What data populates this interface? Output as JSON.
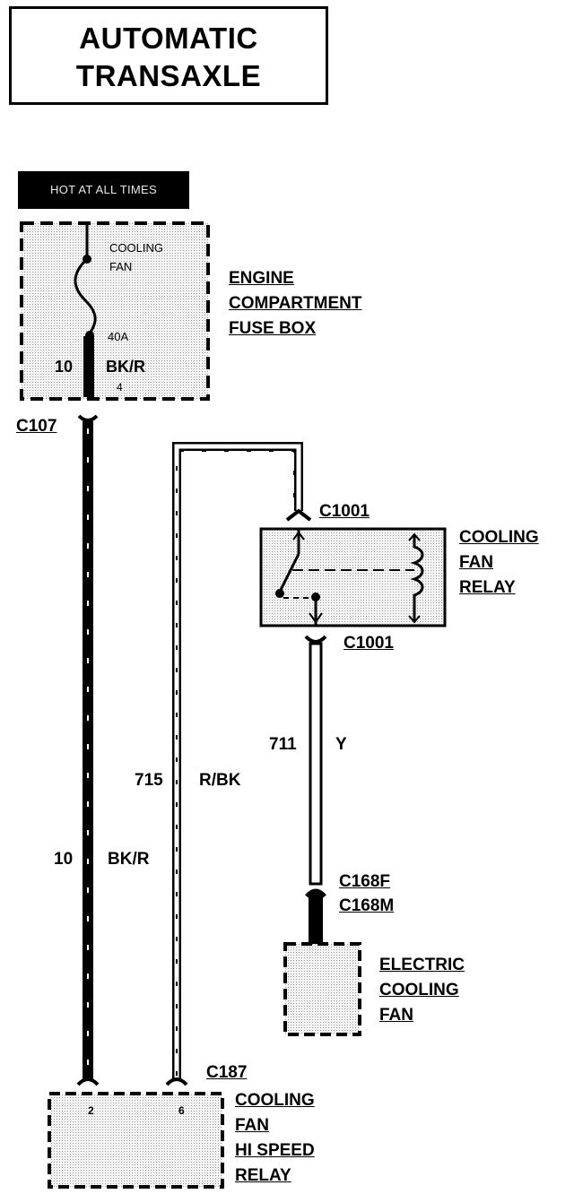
{
  "title": {
    "line1": "AUTOMATIC",
    "line2": "TRANSAXLE"
  },
  "hot_label": "HOT AT ALL TIMES",
  "fuse_box": {
    "name_lines": [
      "ENGINE",
      "COMPARTMENT",
      "FUSE BOX"
    ],
    "fuse_name_lines": [
      "COOLING",
      "FAN"
    ],
    "fuse_rating": "40A",
    "pin": "4",
    "wire_gauge": "10",
    "wire_color": "BK/R"
  },
  "connectors": {
    "c107": "C107",
    "c1001_top": "C1001",
    "c1001_bottom": "C1001",
    "c168f": "C168F",
    "c168m": "C168M",
    "c187": "C187"
  },
  "relay": {
    "name_lines": [
      "COOLING",
      "FAN",
      "RELAY"
    ]
  },
  "wires": {
    "main": {
      "circuit": "10",
      "color": "BK/R"
    },
    "w715": {
      "circuit": "715",
      "color": "R/BK"
    },
    "w711": {
      "circuit": "711",
      "color": "Y"
    }
  },
  "fan": {
    "name_lines": [
      "ELECTRIC",
      "COOLING",
      "FAN"
    ]
  },
  "hi_relay": {
    "name_lines": [
      "COOLING",
      "FAN",
      "HI SPEED",
      "RELAY"
    ],
    "pin_a": "2",
    "pin_b": "6"
  },
  "colors": {
    "ink": "#000000",
    "stipple": "#e3e3e3",
    "background": "#ffffff"
  }
}
